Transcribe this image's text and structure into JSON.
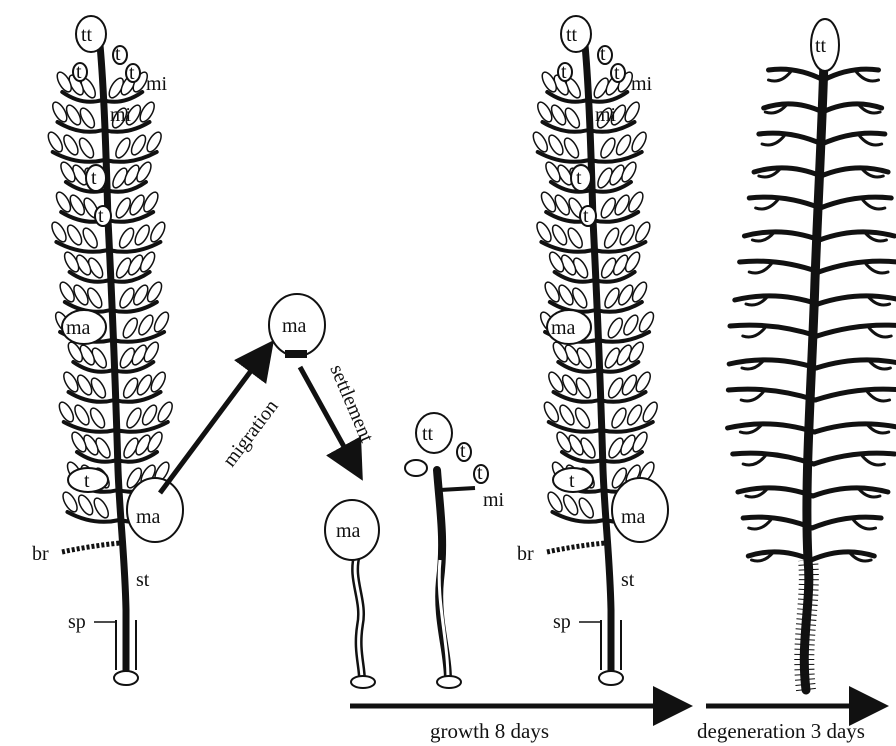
{
  "labels": {
    "tt": "tt",
    "t": "t",
    "mi": "mi",
    "ma": "ma",
    "br": "br",
    "st": "st",
    "sp": "sp",
    "migration": "migration",
    "settlement": "settlement"
  },
  "captions": {
    "growth": "growth 8 days",
    "degeneration": "degeneration 3 days"
  },
  "colors": {
    "ink": "#111111",
    "background": "#ffffff"
  }
}
